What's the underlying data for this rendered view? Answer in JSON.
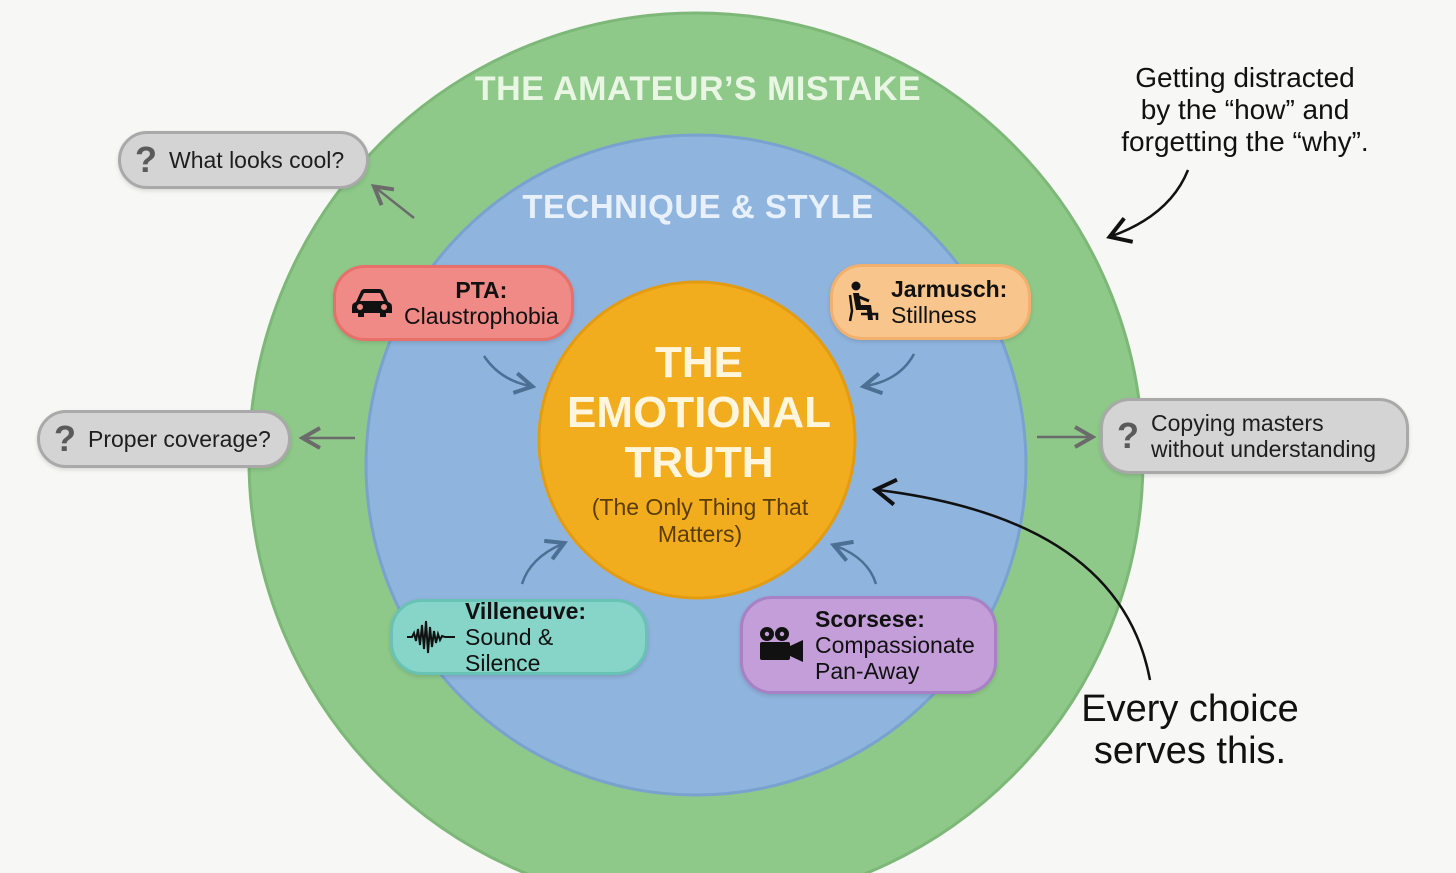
{
  "colors": {
    "outer_ring": "#8fc98a",
    "inner_ring": "#8fb4dd",
    "core": "#f2ad1f",
    "pta": "#f08a86",
    "jarmusch": "#f8c58d",
    "villeneuve": "#86d5c8",
    "scorsese": "#c39ed8",
    "question_pill": "#d4d4d4"
  },
  "outer_ring": {
    "title": "THE AMATEUR’S MISTAKE"
  },
  "inner_ring": {
    "title": "TECHNIQUE & STYLE"
  },
  "core": {
    "title_lines": [
      "THE",
      "EMOTIONAL",
      "TRUTH"
    ],
    "subtitle": "(The Only Thing That Matters)"
  },
  "techniques": [
    {
      "name": "PTA:",
      "description": "Claustrophobia",
      "icon": "car-icon"
    },
    {
      "name": "Jarmusch:",
      "description": "Stillness",
      "icon": "seated-person-icon"
    },
    {
      "name": "Villeneuve:",
      "description": "Sound & Silence",
      "icon": "sound-wave-icon"
    },
    {
      "name": "Scorsese:",
      "description": "Compassionate Pan-Away",
      "icon": "movie-camera-icon"
    }
  ],
  "mistakes": [
    {
      "text": "What looks cool?",
      "icon": "question-mark-icon"
    },
    {
      "text": "Proper coverage?",
      "icon": "question-mark-icon"
    },
    {
      "text": "Copying masters without understanding",
      "icon": "question-mark-icon"
    }
  ],
  "annotations": {
    "top_right_lines": [
      "Getting distracted",
      "by the “how” and",
      "forgetting the “why”."
    ],
    "bottom_right_lines": [
      "Every choice",
      "serves this."
    ]
  }
}
